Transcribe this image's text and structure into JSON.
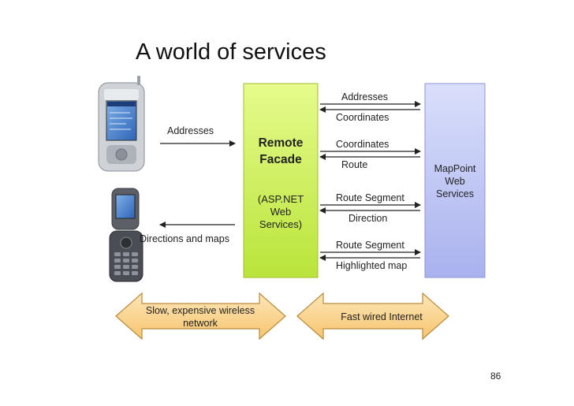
{
  "title": "A world of services",
  "page_number": "86",
  "remote_facade": {
    "title_line1": "Remote",
    "title_line2": "Facade",
    "sub_line1": "(ASP.NET",
    "sub_line2": "Web",
    "sub_line3": "Services)"
  },
  "mappoint": {
    "line1": "MapPoint",
    "line2": "Web",
    "line3": "Services"
  },
  "left_messages": {
    "addresses": "Addresses",
    "directions": "Directions and maps"
  },
  "right_messages": [
    "Addresses",
    "Coordinates",
    "Coordinates",
    "Route",
    "Route Segment",
    "Direction",
    "Route Segment",
    "Highlighted map"
  ],
  "wireless": {
    "line1": "Slow, expensive wireless",
    "line2": "network"
  },
  "wired": {
    "line1": "Fast wired Internet"
  },
  "colors": {
    "facade_green": "#cdf04a",
    "mappoint_blue": "#bcc3f2",
    "arrow_orange": "#fbd595"
  },
  "devices": [
    "pda-image",
    "flip-phone-image"
  ]
}
